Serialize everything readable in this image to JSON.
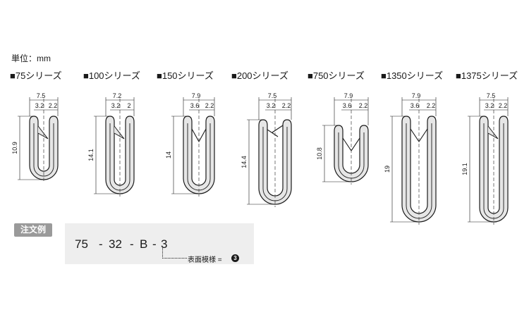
{
  "unit_label": "単位：mm",
  "series": [
    {
      "label": "■75シリーズ",
      "width": "7.5",
      "d1": "3.2",
      "d2": "2.2",
      "height": "10.9"
    },
    {
      "label": "■100シリーズ",
      "width": "7.2",
      "d1": "3.2",
      "d2": "2",
      "height": "14.1"
    },
    {
      "label": "■150シリーズ",
      "width": "7.9",
      "d1": "3.6",
      "d2": "2.2",
      "height": "14"
    },
    {
      "label": "■200シリーズ",
      "width": "7.5",
      "d1": "3.2",
      "d2": "2.2",
      "height": "14.4"
    },
    {
      "label": "■750シリーズ",
      "width": "7.9",
      "d1": "3.6",
      "d2": "2.2",
      "height": "10.8"
    },
    {
      "label": "■1350シリーズ",
      "width": "7.9",
      "d1": "3.6",
      "d2": "2.2",
      "height": "19"
    },
    {
      "label": "■1375シリーズ",
      "width": "7.5",
      "d1": "3.2",
      "d2": "2.2",
      "height": "19.1"
    }
  ],
  "order_example": {
    "badge": "注文例",
    "parts": [
      "75",
      "-",
      "32",
      "-",
      "B",
      "-",
      "3"
    ],
    "surface_label": "表面模様 =",
    "surface_num": "3"
  }
}
